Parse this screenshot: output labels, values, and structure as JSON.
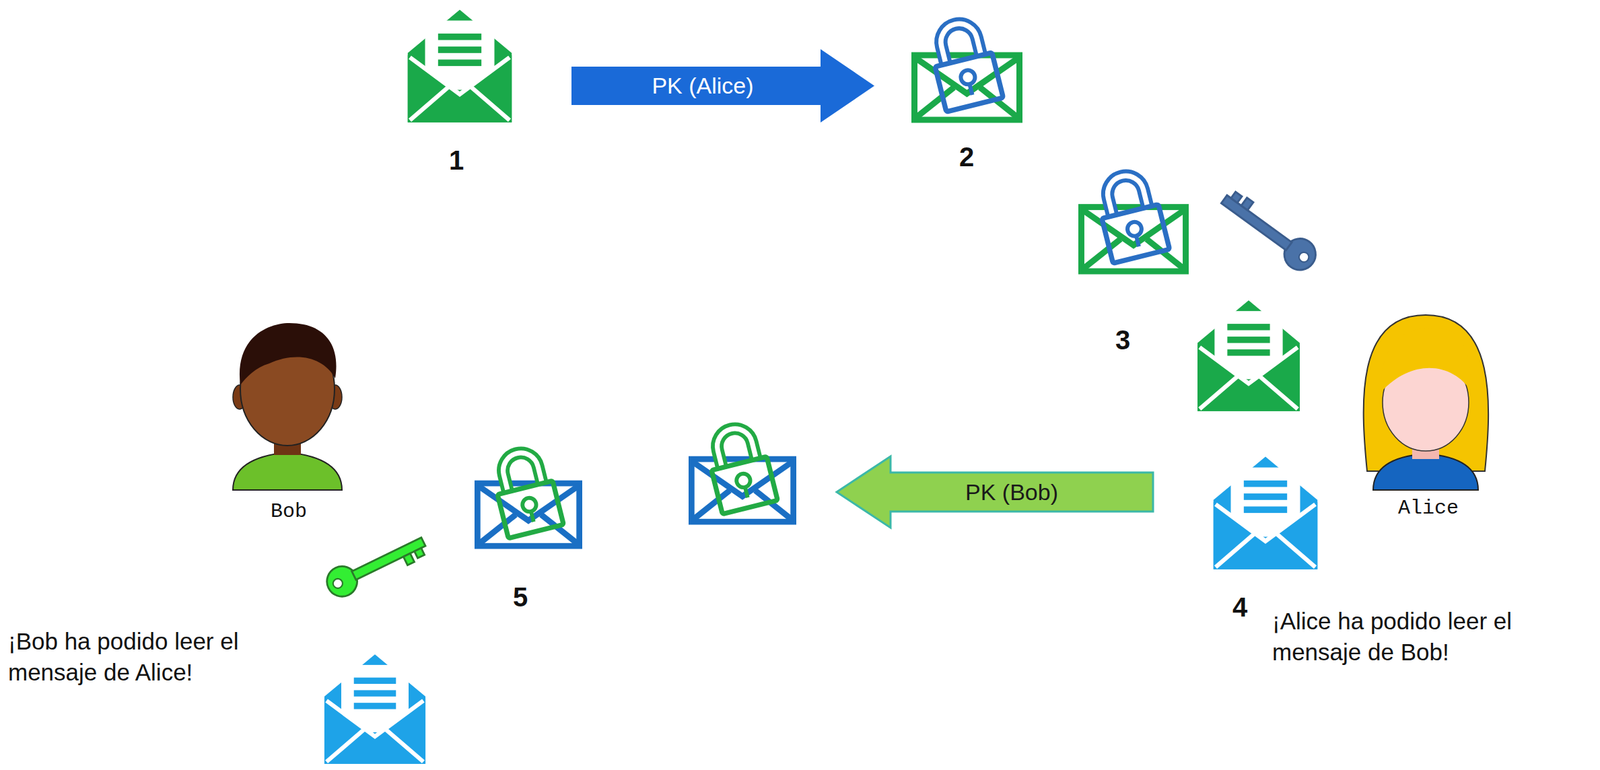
{
  "diagram": {
    "nodes": [
      {
        "text": [
          "PK (Alice)"
        ]
      },
      {
        "text": [
          "PK (Bob)"
        ]
      }
    ],
    "labels": [
      "1",
      "2",
      "3",
      "Bob",
      "Alice",
      "5",
      "4",
      "¡Bob ha podido leer el mensaje de Alice!",
      "¡Alice ha podido leer el mensaje de Bob!"
    ]
  }
}
